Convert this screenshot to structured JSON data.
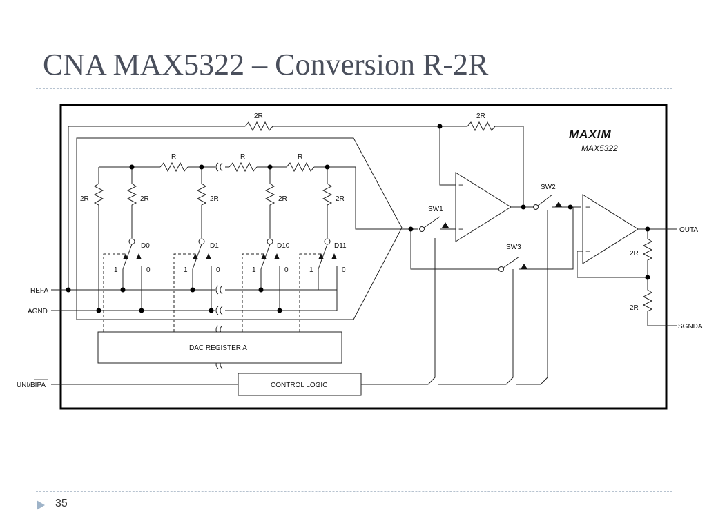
{
  "slide": {
    "title": "CNA MAX5322 – Conversion R-2R",
    "page_number": "35"
  },
  "diagram": {
    "brand": "MAXIM",
    "part": "MAX5322",
    "labels": {
      "r": "R",
      "two_r": "2R",
      "d0": "D0",
      "d1": "D1",
      "d10": "D10",
      "d11": "D11",
      "one": "1",
      "zero": "0",
      "sw1": "SW1",
      "sw2": "SW2",
      "sw3": "SW3",
      "plus": "+",
      "minus": "−",
      "refa": "REFA",
      "agnd": "AGND",
      "uni_bipa": "UNI/BIPA",
      "dac_register": "DAC REGISTER A",
      "control_logic": "CONTROL LOGIC",
      "outa": "OUTA",
      "sgnda": "SGNDA"
    }
  },
  "icons": {
    "bullet": "triangle-bullet-icon"
  },
  "colors": {
    "title": "#4a4f5c",
    "rule": "#b7c3d0",
    "bullet": "#9fb4c9",
    "ink": "#111111"
  }
}
